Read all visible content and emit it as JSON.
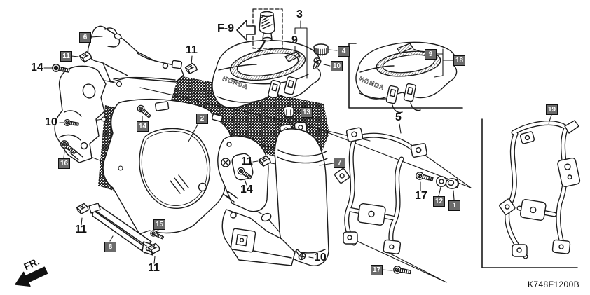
{
  "doc": {
    "drawing_code": "K748F1200B",
    "front_direction_label": "FR.",
    "view_reference_label": "F-9",
    "brand_logo": "HONDA"
  },
  "colors": {
    "line": "#1a1a1a",
    "callout_box_bg": "#6b6b6b",
    "callout_box_text": "#ffffff",
    "stipple": "#c9c9c9",
    "background": "#ffffff"
  },
  "callouts": {
    "boxed": [
      {
        "id": "6",
        "label": "6"
      },
      {
        "id": "11-left",
        "label": "11"
      },
      {
        "id": "16",
        "label": "16"
      },
      {
        "id": "14-center",
        "label": "14"
      },
      {
        "id": "2",
        "label": "2"
      },
      {
        "id": "13",
        "label": "13"
      },
      {
        "id": "4",
        "label": "4"
      },
      {
        "id": "10-right",
        "label": "10"
      },
      {
        "id": "9-right",
        "label": "9"
      },
      {
        "id": "18",
        "label": "18"
      },
      {
        "id": "19",
        "label": "19"
      },
      {
        "id": "7",
        "label": "7"
      },
      {
        "id": "8",
        "label": "8"
      },
      {
        "id": "15",
        "label": "15"
      },
      {
        "id": "12",
        "label": "12"
      },
      {
        "id": "1",
        "label": "1"
      },
      {
        "id": "17-bottom",
        "label": "17"
      }
    ],
    "plain": [
      {
        "id": "14-left",
        "label": "14"
      },
      {
        "id": "10-left",
        "label": "10"
      },
      {
        "id": "11-top",
        "label": "11"
      },
      {
        "id": "3",
        "label": "3"
      },
      {
        "id": "9-top",
        "label": "9"
      },
      {
        "id": "11-mid",
        "label": "11"
      },
      {
        "id": "14-mid",
        "label": "14"
      },
      {
        "id": "5",
        "label": "5"
      },
      {
        "id": "17-mid",
        "label": "17"
      },
      {
        "id": "10-bottom",
        "label": "10"
      },
      {
        "id": "11-bottom-left",
        "label": "11"
      },
      {
        "id": "11-bottom-right",
        "label": "11"
      }
    ]
  }
}
